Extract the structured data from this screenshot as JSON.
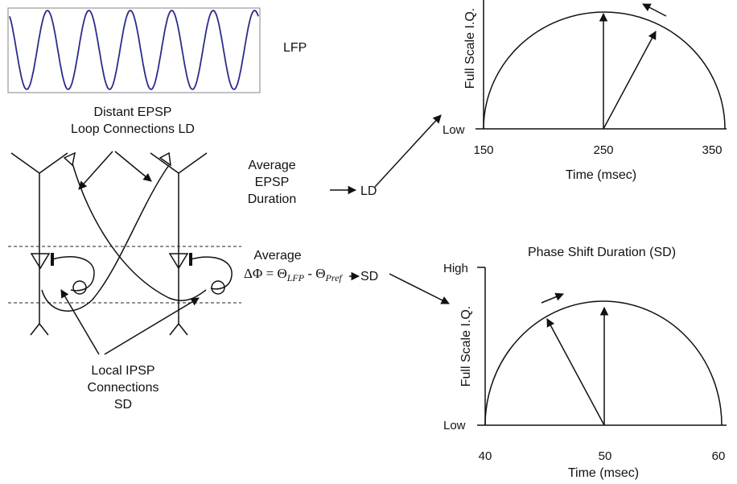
{
  "lfp": {
    "label": "LFP"
  },
  "labels": {
    "distant_line1": "Distant EPSP",
    "distant_line2": "Loop Connections LD",
    "avg_epsp_line1": "Average",
    "avg_epsp_line2": "EPSP",
    "avg_epsp_line3": "Duration",
    "ld": "LD",
    "average": "Average",
    "eq_lhs": "ΔΦ = Θ",
    "eq_sub1": "LFP",
    "eq_mid": " - Θ",
    "eq_sub2": "Pref",
    "sd": "SD",
    "local_line1": "Local IPSP",
    "local_line2": "Connections",
    "local_line3": "SD"
  },
  "top_plot": {
    "ylabel": "Full Scale I.Q.",
    "y_low": "Low",
    "ticks": [
      "150",
      "250",
      "350"
    ],
    "xlabel": "Time (msec)"
  },
  "bottom_plot": {
    "title": "Phase Shift Duration (SD)",
    "ylabel": "Full Scale I.Q.",
    "y_high": "High",
    "y_low": "Low",
    "ticks": [
      "40",
      "50",
      "60"
    ],
    "xlabel": "Time (msec)"
  }
}
